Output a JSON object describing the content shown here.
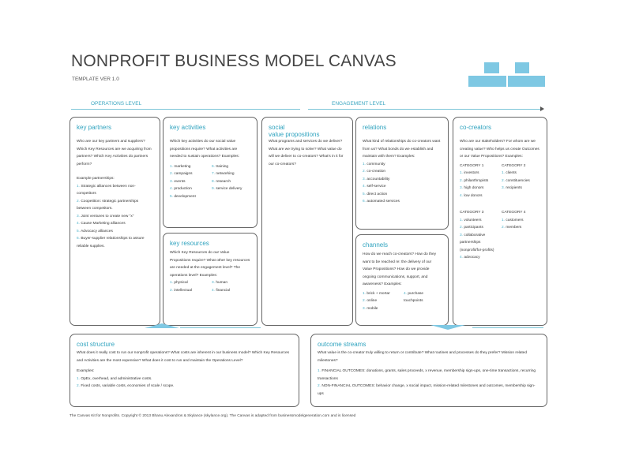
{
  "header": {
    "title": "NONPROFIT BUSINESS MODEL CANVAS",
    "version": "TEMPLATE VER 1.0"
  },
  "levels": {
    "operations": "OPERATIONS LEVEL",
    "engagement": "ENGAGEMENT LEVEL"
  },
  "key_partners": {
    "title": "key partners",
    "question": "Who are our key partners and suppliers? Which Key Resources are we acquiring from partners? Which Key Activities do partners perform?",
    "examples_label": "Example partnerships:",
    "items": [
      "Strategic alliances between non-competitors",
      "Coopetition: strategic partnerships between competitors.",
      "Joint ventures to create new \"x\"",
      "Cause Marketing alliances",
      "Advocacy alliances",
      "Buyer-supplier relationships to assure reliable supplies."
    ]
  },
  "key_activities": {
    "title": "key activities",
    "question": "Which key activities do our social value propositions require? What activities are needed to sustain operations? Examples:",
    "col1": [
      "marketing",
      "campaigns",
      "events",
      "production",
      "development"
    ],
    "col2": [
      "training",
      "networking",
      "research",
      "service delivery"
    ]
  },
  "key_resources": {
    "title": "key resources",
    "question": "Which Key Resources do our Value Propositions require? What other key resources are needed at the engagement level? The operations level? Examples:",
    "col1": [
      "physical",
      "intellectual"
    ],
    "col2": [
      "human",
      "financial"
    ]
  },
  "value_propositions": {
    "title_line1": "social",
    "title_line2": "value propositions",
    "question": "What programs and services do we deliver? What are we trying to solve? What value do will we deliver to co-creators? What's in it for our co-creators?"
  },
  "relations": {
    "title": "relations",
    "question": "What kind of relationships do co-creators want from us? What bonds do we establish and maintain with them? Examples:",
    "items": [
      "community",
      "co-creation",
      "accountability",
      "self-service",
      "direct action",
      "automated services"
    ]
  },
  "channels": {
    "title": "channels",
    "question": "How do we reach co-creators? How do they want to be reached re: the delivery of our Value Propositions? How do we provide ongoing communications, support, and awareness? Examples:",
    "col1": [
      "brick + mortar",
      "online",
      "mobile"
    ],
    "col2": [
      "purchase touchpoints"
    ]
  },
  "co_creators": {
    "title": "co-creators",
    "question": "Who are our stakeholders? For whom are we creating value? Who helps us create Outcomes or our Value Propositions? Examples:",
    "categories": [
      {
        "label": "CATEGORY 1",
        "items": [
          "investors",
          "philanthropists",
          "high donors",
          "low donors"
        ]
      },
      {
        "label": "CATEGORY 2",
        "items": [
          "clients",
          "constituencies",
          "recipients"
        ]
      },
      {
        "label": "CATEGORY 3",
        "items": [
          "volunteers",
          "participants",
          "collaborative partnerships (nonprofit/for-profits)",
          "advocacy"
        ]
      },
      {
        "label": "CATEGORY 4",
        "items": [
          "customers",
          "members"
        ]
      }
    ]
  },
  "cost_structure": {
    "title": "cost structure",
    "question": "What does it really cost to run our nonprofit operations? What costs are inherent in our business model? Which Key Resources and Activities are the most expensive? What does it cost to run and maintain the Operations Level?",
    "examples_label": "Examples:",
    "items": [
      "OpEx, overhead, and administrative costs.",
      "Fixed costs, variable costs, economies of scale / scope."
    ]
  },
  "outcome_streams": {
    "title": "outcome streams",
    "question": "What value is the co-creator truly willing to return or contribute? What routines and processes do they prefer? Mission related milestones?",
    "items": [
      "FINANCIAL OUTCOMES: donations, grants, sales proceeds, x revenue, membership sign-ups, one-time transactions, recurring transactions",
      "NON-FINANCIAL OUTCOMES: behavior change, x social impact, mission-related milestones and outcomes, membership sign-ups"
    ]
  },
  "footer": "The Canvas Kit for Nonprofits. Copyright © 2013 Bhanu Alexandros & Skylance (skylance.org). The Canvas is adapted from businessmodelgeneration.com and is licensed",
  "colors": {
    "accent": "#2fa3bf",
    "logo": "#7ec8e3",
    "border": "#666666"
  }
}
